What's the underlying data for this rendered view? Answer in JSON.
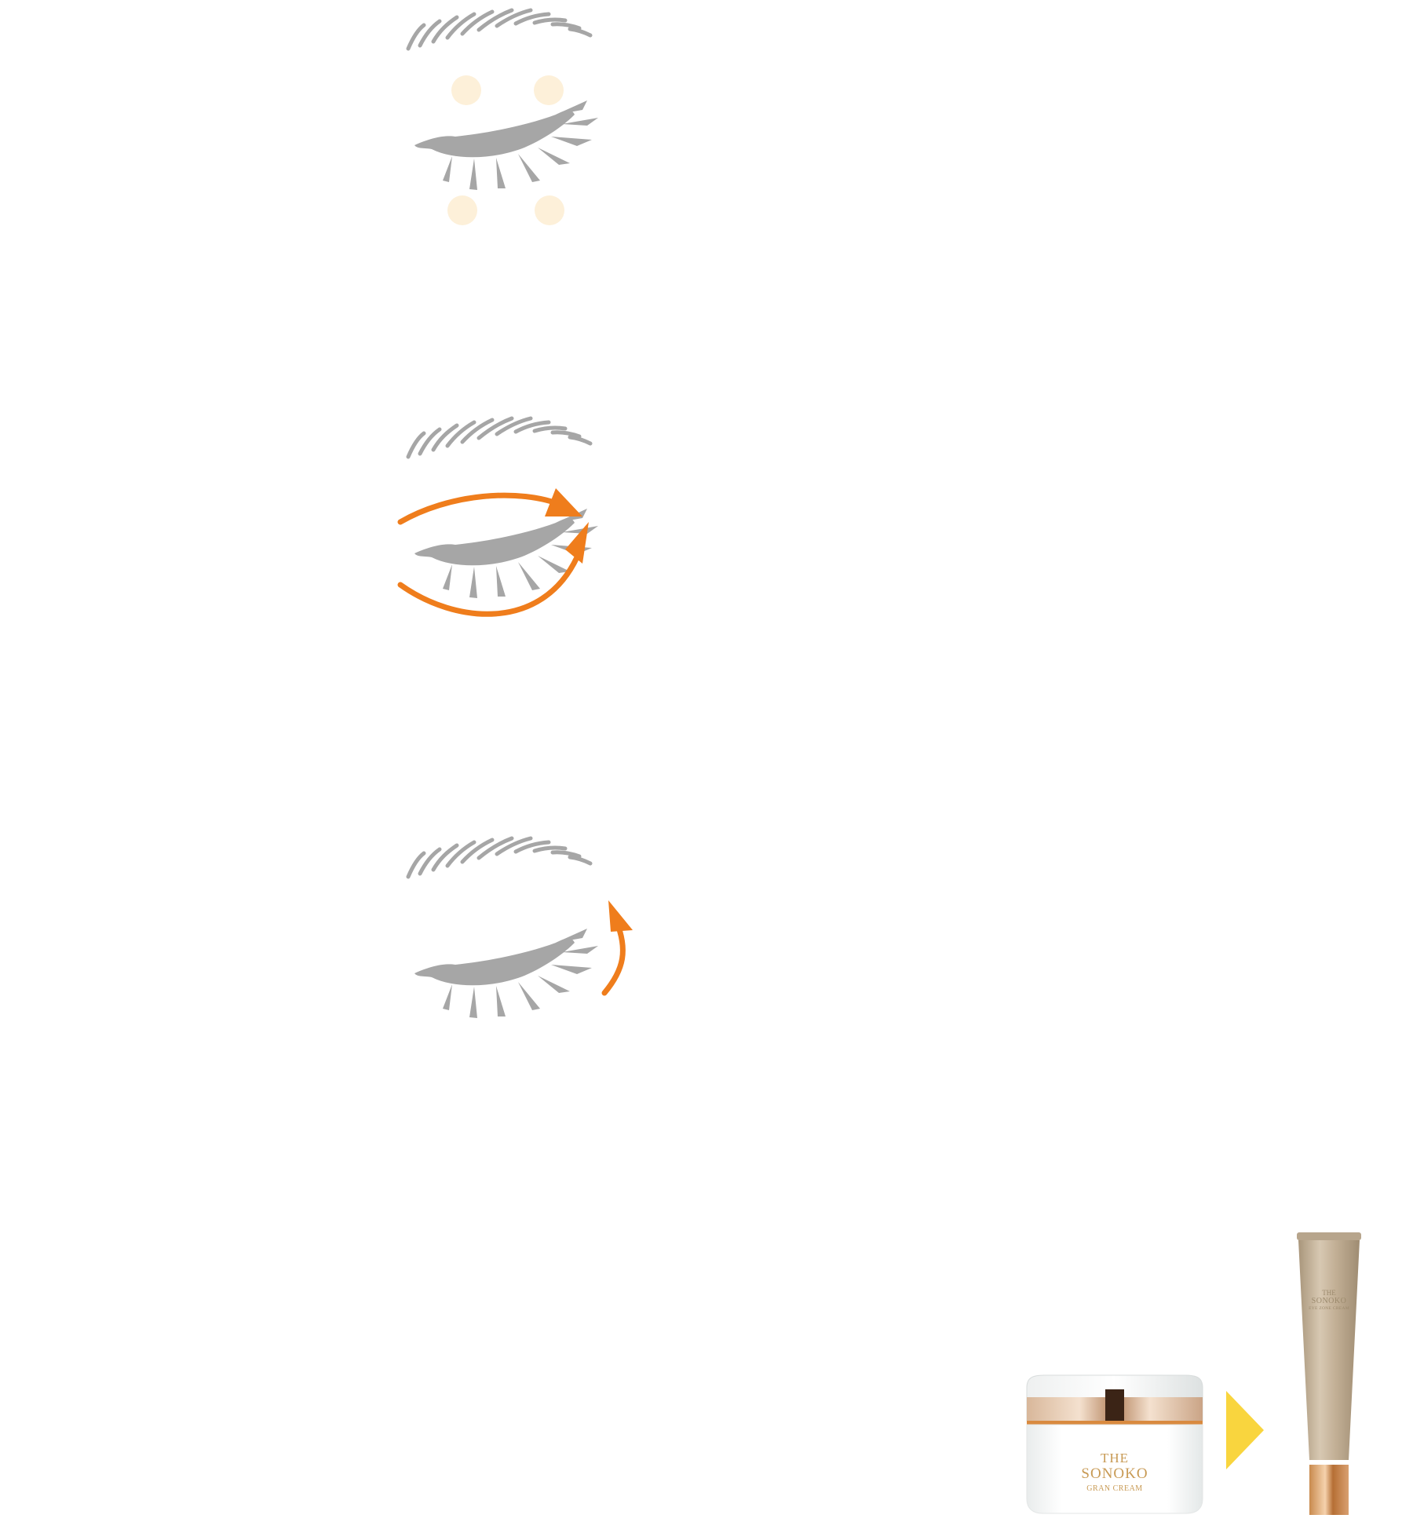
{
  "colors": {
    "lash_gray": "#a6a6a6",
    "massage_dot": "#fdf0d9",
    "motion_arrow": "#ef7d1c",
    "next_arrow": "#f9d53e",
    "jar_gold": "#c89a54",
    "tube_beige": "#b7a58c"
  },
  "products": {
    "jar": {
      "brand_line1": "THE",
      "brand_line2": "SONOKO",
      "product_name": "GRAN CREAM"
    },
    "tube": {
      "brand_line1": "THE",
      "brand_line2": "SONOKO",
      "product_name": "EYE ZONE CREAM"
    }
  },
  "icons": {
    "next_step": "triangle-right-icon"
  }
}
